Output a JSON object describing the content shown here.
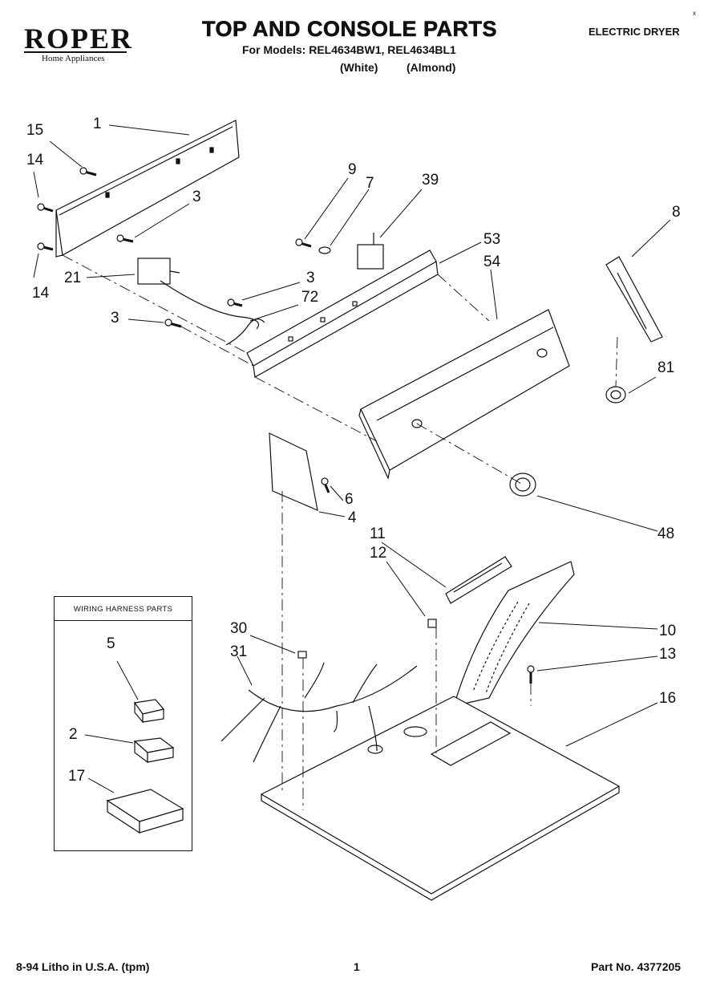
{
  "header": {
    "brand": "ROPER",
    "brand_sub": "Home Appliances",
    "title": "TOP AND CONSOLE PARTS",
    "models_line": "For Models: REL4634BW1, REL4634BL1",
    "color_white": "(White)",
    "color_almond": "(Almond)",
    "product": "ELECTRIC DRYER",
    "corner_mark": "x"
  },
  "callouts": {
    "c1": "1",
    "c15": "15",
    "c14a": "14",
    "c14b": "14",
    "c3a": "3",
    "c21": "21",
    "c3b": "3",
    "c72": "72",
    "c3c": "3",
    "c9": "9",
    "c7": "7",
    "c39": "39",
    "c53": "53",
    "c54": "54",
    "c8": "8",
    "c81": "81",
    "c6": "6",
    "c4": "4",
    "c48": "48",
    "c11": "11",
    "c12": "12",
    "c10": "10",
    "c13": "13",
    "c30": "30",
    "c31": "31",
    "c16": "16"
  },
  "harness_box": {
    "title": "WIRING HARNESS PARTS",
    "c5": "5",
    "c2": "2",
    "c17": "17"
  },
  "footer": {
    "left": "8-94 Litho in U.S.A. (tpm)",
    "center": "1",
    "right": "Part No. 4377205"
  }
}
